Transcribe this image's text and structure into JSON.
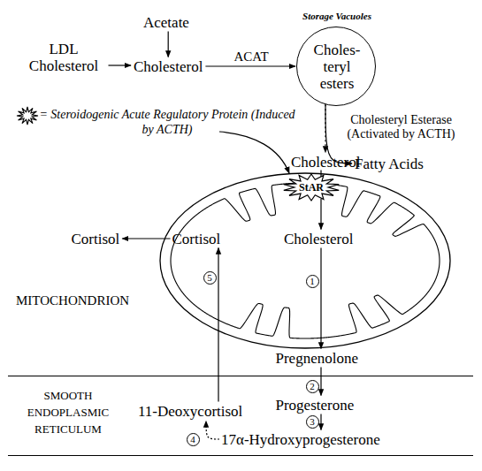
{
  "diagram": {
    "nodes": [
      {
        "text": [
          "Acetate"
        ]
      },
      {
        "text": [
          "LDL Cholesterol"
        ]
      },
      {
        "text": [
          "Cholesterol"
        ]
      },
      {
        "text": [
          "Storage Vacuoles",
          "Choles- teryl esters"
        ]
      },
      {
        "text": [
          "Cholesterol"
        ]
      },
      {
        "text": [
          "Fatty Acids"
        ]
      },
      {
        "text": [
          "StAR"
        ]
      },
      {
        "text": [
          "MITOCHONDRION"
        ]
      },
      {
        "text": [
          "Cortisol"
        ]
      },
      {
        "text": [
          "Cortisol"
        ],
        "in": 7
      },
      {
        "text": [
          "Cholesterol"
        ],
        "in": 7
      },
      {
        "text": [
          "Pregnenolone"
        ]
      },
      {
        "text": [
          "SMOOTH ENDOPLASMIC RETICULUM"
        ]
      },
      {
        "text": [
          "Progesterone"
        ],
        "in": 12
      },
      {
        "text": [
          "17α-Hydroxyprogesterone"
        ],
        "in": 12
      },
      {
        "text": [
          "11-Deoxycortisol"
        ],
        "in": 12
      }
    ],
    "edges": [
      {
        "from": 0,
        "to": 2,
        "arrow": "to"
      },
      {
        "from": 1,
        "to": 2,
        "arrow": "to"
      },
      {
        "from": 2,
        "to": 3,
        "label": "ACAT",
        "arrow": "to"
      },
      {
        "from": 3,
        "to": 4,
        "label": "Cholesteryl Esterase (Activated by ACTH)",
        "arrow": "to"
      },
      {
        "from": 3,
        "to": 5,
        "arrow": "to"
      },
      {
        "from": 4,
        "to": 6,
        "arrow": "none"
      },
      {
        "from": 6,
        "to": 10,
        "arrow": "to"
      },
      {
        "from": 9,
        "to": 8,
        "arrow": "to"
      },
      {
        "from": 10,
        "to": 11,
        "label": "1",
        "arrow": "to"
      },
      {
        "from": 11,
        "to": 13,
        "label": "2",
        "arrow": "to"
      },
      {
        "from": 13,
        "to": 14,
        "label": "3",
        "arrow": "to"
      },
      {
        "from": 14,
        "to": 15,
        "label": "4",
        "arrow": "to"
      },
      {
        "from": 15,
        "to": 9,
        "label": "5",
        "arrow": "to"
      }
    ],
    "legend": [
      {
        "text": "= Steroidogenic Acute Regulatory Protein (Induced by ACTH)"
      }
    ]
  }
}
